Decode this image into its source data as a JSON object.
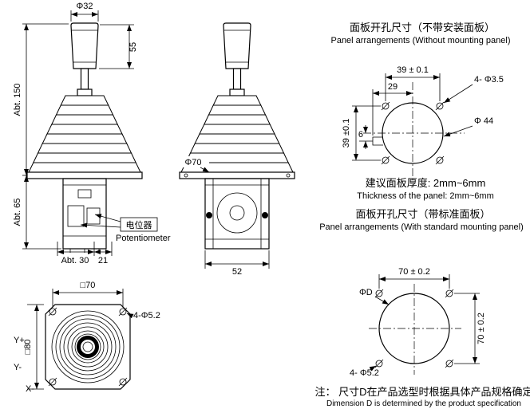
{
  "side_view": {
    "dim_phi32": "Φ32",
    "dim_55": "55",
    "dim_abt150": "Abt. 150",
    "dim_abt65": "Abt. 65",
    "dim_abt30": "Abt. 30",
    "dim_21": "21",
    "potentiometer_cn": "电位器",
    "potentiometer_en": "Potentiometer"
  },
  "front_view": {
    "dim_phi70": "Φ70",
    "dim_52": "52"
  },
  "panel_without": {
    "title_cn": "面板开孔尺寸（不带安装面板）",
    "title_en": "Panel arrangements (Without mounting panel)",
    "dim_39_h": "39 ± 0.1",
    "dim_29": "29",
    "dim_holes": "4- Φ3.5",
    "dim_phi44": "Φ 44",
    "dim_39_v": "39 ±0.1",
    "dim_6": "6",
    "thickness_cn": "建议面板厚度: 2mm~6mm",
    "thickness_en": "Thickness of the panel: 2mm~6mm"
  },
  "panel_with": {
    "title_cn": "面板开孔尺寸（带标准面板）",
    "title_en": "Panel arrangements (With standard mounting panel)",
    "dim_70_h": "70 ± 0.2",
    "dim_70_v": "70 ± 0.2",
    "dim_phi_d": "ΦD",
    "dim_holes": "4- Φ5.2",
    "note_cn": "注： 尺寸D在产品选型时根据具体产品规格确定",
    "note_en": "Dimension D is determined by the product specification"
  },
  "bottom_view": {
    "dim_sq70": "□70",
    "dim_sq80": "□80",
    "dim_holes": "4-Φ5.2",
    "axis_y_plus": "Y+",
    "axis_y_minus": "Y-",
    "axis_x_minus": "X-"
  }
}
